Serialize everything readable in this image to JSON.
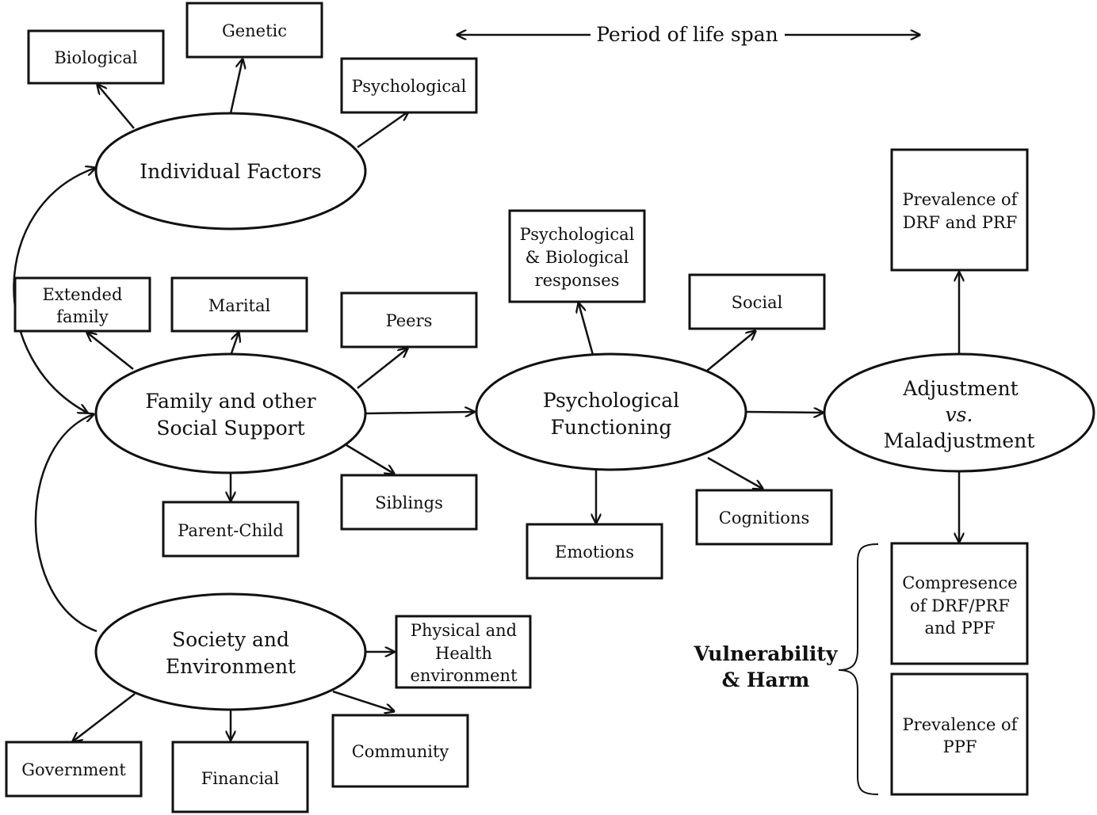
{
  "top_label": "Period of life span",
  "individual": {
    "label": "Individual Factors",
    "biological": "Biological",
    "genetic": "Genetic",
    "psychological": "Psychological"
  },
  "family": {
    "line1": "Family and other",
    "line2": "Social Support",
    "extended_line1": "Extended",
    "extended_line2": "family",
    "marital": "Marital",
    "peers": "Peers",
    "siblings": "Siblings",
    "parent_child": "Parent-Child"
  },
  "society": {
    "line1": "Society and",
    "line2": "Environment",
    "physical_line1": "Physical and",
    "physical_line2": "Health",
    "physical_line3": "environment",
    "government": "Government",
    "financial": "Financial",
    "community": "Community"
  },
  "functioning": {
    "line1": "Psychological",
    "line2": "Functioning",
    "responses_line1": "Psychological",
    "responses_line2": "& Biological",
    "responses_line3": "responses",
    "social": "Social",
    "emotions": "Emotions",
    "cognitions": "Cognitions"
  },
  "adjustment": {
    "line1": "Adjustment",
    "line2": "vs.",
    "line3": "Maladjustment",
    "prevalence_line1": "Prevalence of",
    "prevalence_line2": "DRF and PRF",
    "compresence_line1": "Compresence",
    "compresence_line2": "of DRF/PRF",
    "compresence_line3": "and PPF",
    "ppf_line1": "Prevalence of",
    "ppf_line2": "PPF"
  },
  "vulnerability": {
    "line1": "Vulnerability",
    "line2": "& Harm"
  }
}
